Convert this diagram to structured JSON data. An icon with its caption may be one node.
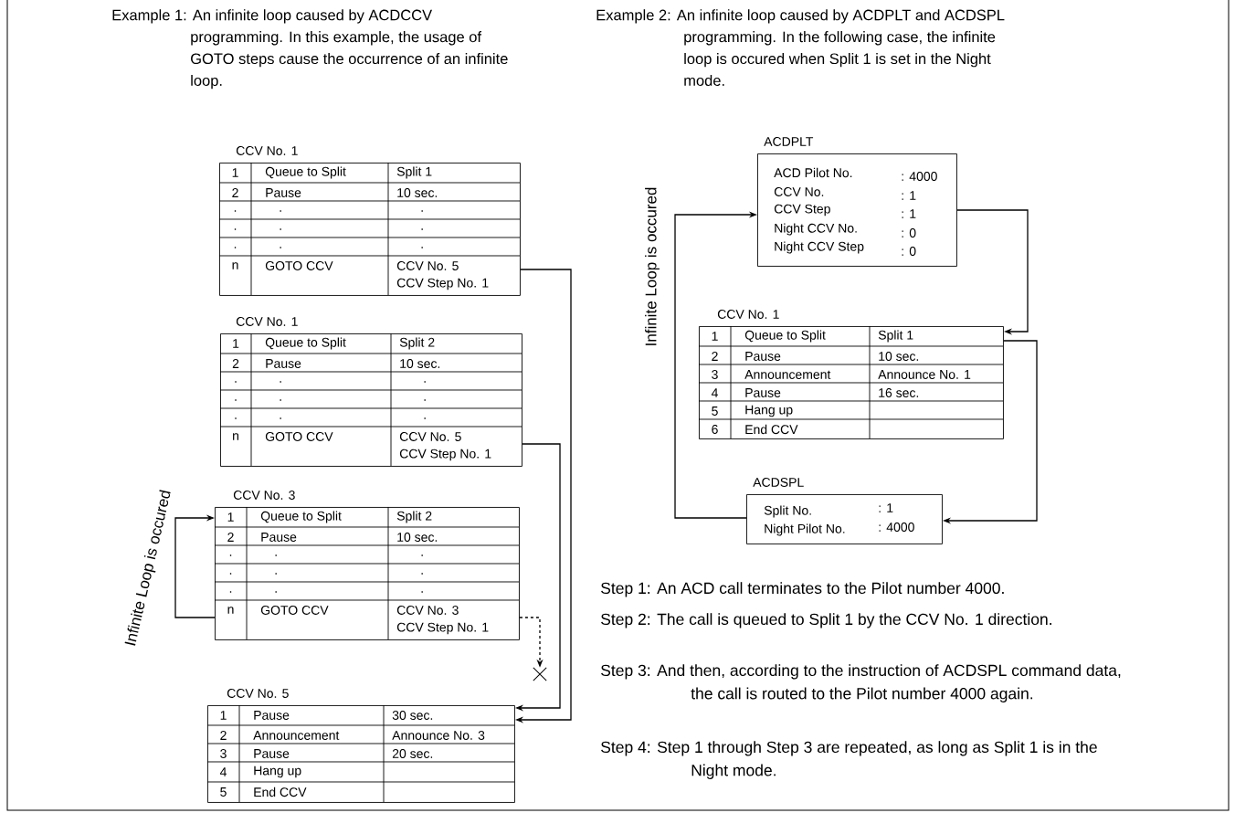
{
  "diagram": {
    "nodes": [
      {
        "text": [
          "CCV No. 1",
          "1",
          "Queue to Split",
          "Split 1",
          "2",
          "Pause",
          "10 sec.",
          ".",
          ".",
          ".",
          ".",
          ".",
          ".",
          ".",
          ".",
          ".",
          "n",
          "GOTO CCV",
          "CCV No. 5",
          "CCV Step No. 1"
        ]
      },
      {
        "text": [
          "CCV No. 1",
          "1",
          "Queue to Split",
          "Split 2",
          "2",
          "Pause",
          "10 sec.",
          ".",
          ".",
          ".",
          ".",
          ".",
          ".",
          ".",
          ".",
          ".",
          "n",
          "GOTO CCV",
          "CCV No. 5",
          "CCV Step No. 1"
        ]
      },
      {
        "text": [
          "CCV No. 3",
          "1",
          "Queue to Split",
          "Split 2",
          "2",
          "Pause",
          "10 sec.",
          ".",
          ".",
          ".",
          ".",
          ".",
          ".",
          ".",
          ".",
          ".",
          "n",
          "GOTO CCV",
          "CCV No. 3",
          "CCV Step No. 1"
        ]
      },
      {
        "text": [],
        "shape": "cross"
      },
      {
        "text": [
          "CCV No. 5",
          "1",
          "Pause",
          "30 sec.",
          "2",
          "Announcement",
          "Announce No. 3",
          "3",
          "Pause",
          "20 sec.",
          "4",
          "Hang up",
          "5",
          "End CCV"
        ]
      },
      {
        "text": [
          "ACDPLT",
          "ACD Pilot No.",
          ": 4000",
          "CCV No.",
          ": 1",
          "CCV Step",
          ": 1",
          "Night CCV No.",
          ": 0",
          "Night CCV Step",
          ": 0"
        ]
      },
      {
        "text": [
          "CCV No. 1",
          "1",
          "Queue to Split",
          "Split 1",
          "2",
          "Pause",
          "10 sec.",
          "3",
          "Announcement",
          "Announce No. 1",
          "4",
          "Pause",
          "16 sec.",
          "5",
          "Hang up",
          "6",
          "End CCV"
        ]
      },
      {
        "text": [
          "ACDSPL",
          "Split No.",
          ": 1",
          "Night Pilot No.",
          ": 4000"
        ]
      }
    ],
    "edges": [
      {
        "from": 0,
        "to": 4,
        "arrow": "to"
      },
      {
        "from": 1,
        "to": 4,
        "arrow": "to"
      },
      {
        "from": 2,
        "to": 2,
        "arrow": "to"
      },
      {
        "from": 2,
        "to": 3,
        "arrow": "to",
        "style": "dashed"
      },
      {
        "from": 5,
        "to": 6,
        "arrow": "to"
      },
      {
        "from": 6,
        "to": 7,
        "arrow": "to"
      },
      {
        "from": 7,
        "to": 5,
        "arrow": "to"
      }
    ],
    "labels": [
      "Example 1: An infinite loop caused by ACDCCV programming. In this example, the usage of GOTO steps cause the occurrence of an infinite loop.",
      "Example 2: An infinite loop caused by ACDPLT and ACDSPL programming. In the following case, the infinite loop is occured when Split 1 is set in the Night mode.",
      "Infinite Loop is occured",
      "Infinite Loop is occured",
      "Step 1: An ACD call terminates to the Pilot number 4000.",
      "Step 2: The call is queued to Split 1 by the CCV No. 1 direction.",
      "Step 3: And then, according to the instruction of ACDSPL command data, the call is routed to the Pilot number 4000 again.",
      "Step 4: Step 1 through Step 3 are repeated, as long as Split 1 is in the Night mode."
    ]
  }
}
